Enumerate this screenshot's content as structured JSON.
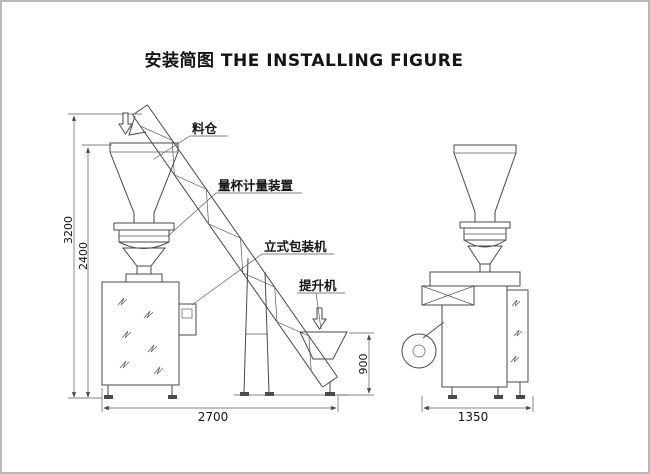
{
  "title": "安装简图 THE INSTALLING FIGURE",
  "callouts": {
    "hopper": "料仓",
    "measuring_device": "量杯计量装置",
    "vertical_packer": "立式包装机",
    "elevator": "提升机"
  },
  "dimensions": {
    "overall_height": "3200",
    "machine_height": "2400",
    "elevator_inlet_height": "900",
    "layout_width": "2700",
    "machine_depth": "1350"
  },
  "colors": {
    "line": "#4a4a4a",
    "text": "#141414",
    "background": "#ffffff",
    "frame_border": "#b9b9b9"
  }
}
